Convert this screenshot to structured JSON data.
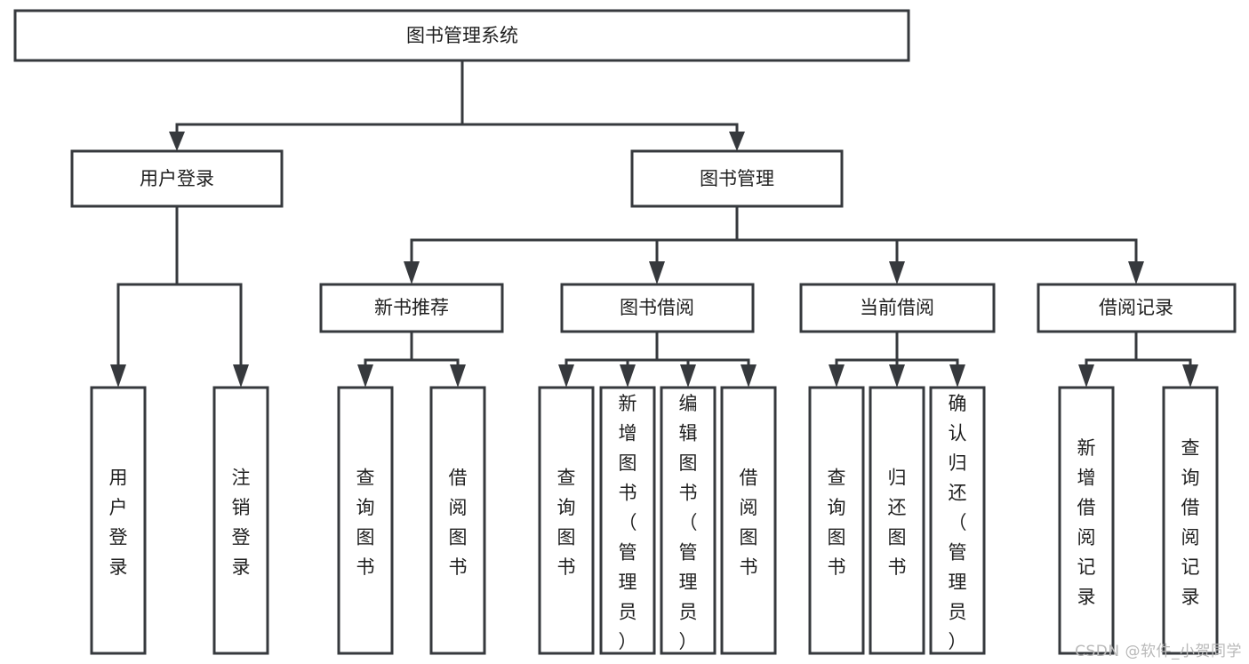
{
  "diagram": {
    "type": "tree-hierarchy",
    "title": "图书管理系统",
    "watermark": "CSDN @软件_小贺同学",
    "colors": {
      "box_fill": "#ffffff",
      "box_stroke": "#36393d",
      "text": "#1f1f1f",
      "watermark": "#b9b9b9",
      "background": "#ffffff"
    },
    "root": {
      "id": "root",
      "label": "图书管理系统",
      "orientation": "horizontal"
    },
    "level2": [
      {
        "id": "user-login",
        "label": "用户登录",
        "orientation": "horizontal"
      },
      {
        "id": "book-manage",
        "label": "图书管理",
        "orientation": "horizontal"
      }
    ],
    "level3": [
      {
        "id": "new-book-recommend",
        "label": "新书推荐",
        "orientation": "horizontal",
        "parent": "book-manage"
      },
      {
        "id": "book-borrow",
        "label": "图书借阅",
        "orientation": "horizontal",
        "parent": "book-manage"
      },
      {
        "id": "current-borrow",
        "label": "当前借阅",
        "orientation": "horizontal",
        "parent": "book-manage"
      },
      {
        "id": "borrow-record",
        "label": "借阅记录",
        "orientation": "horizontal",
        "parent": "book-manage"
      }
    ],
    "leaves": [
      {
        "id": "leaf-user-login",
        "label": "用户登录",
        "orientation": "vertical",
        "parent": "user-login"
      },
      {
        "id": "leaf-user-logout",
        "label": "注销登录",
        "orientation": "vertical",
        "parent": "user-login"
      },
      {
        "id": "leaf-query-book-1",
        "label": "查询图书",
        "orientation": "vertical",
        "parent": "new-book-recommend"
      },
      {
        "id": "leaf-borrow-book-1",
        "label": "借阅图书",
        "orientation": "vertical",
        "parent": "new-book-recommend"
      },
      {
        "id": "leaf-query-book-2",
        "label": "查询图书",
        "orientation": "vertical",
        "parent": "book-borrow"
      },
      {
        "id": "leaf-add-book",
        "label": "新增图书（管理员）",
        "orientation": "vertical",
        "parent": "book-borrow"
      },
      {
        "id": "leaf-edit-book",
        "label": "编辑图书（管理员）",
        "orientation": "vertical",
        "parent": "book-borrow"
      },
      {
        "id": "leaf-borrow-book-2",
        "label": "借阅图书",
        "orientation": "vertical",
        "parent": "book-borrow"
      },
      {
        "id": "leaf-query-book-3",
        "label": "查询图书",
        "orientation": "vertical",
        "parent": "current-borrow"
      },
      {
        "id": "leaf-return-book",
        "label": "归还图书",
        "orientation": "vertical",
        "parent": "current-borrow"
      },
      {
        "id": "leaf-confirm-return",
        "label": "确认归还（管理员）",
        "orientation": "vertical",
        "parent": "current-borrow"
      },
      {
        "id": "leaf-add-record",
        "label": "新增借阅记录",
        "orientation": "vertical",
        "parent": "borrow-record"
      },
      {
        "id": "leaf-query-record",
        "label": "查询借阅记录",
        "orientation": "vertical",
        "parent": "borrow-record"
      }
    ]
  }
}
